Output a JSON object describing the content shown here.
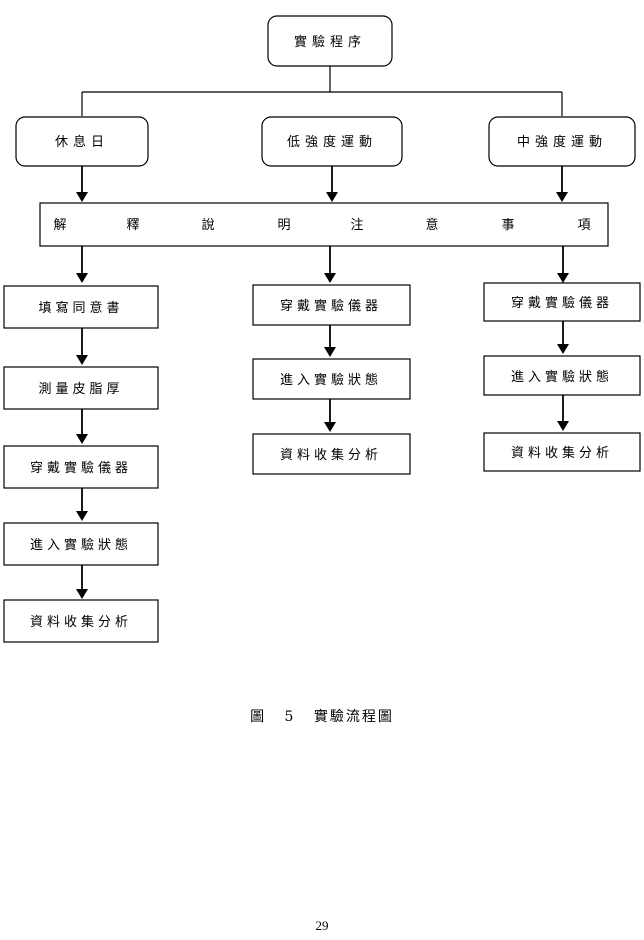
{
  "diagram": {
    "root": "實驗程序",
    "groups": [
      "休息日",
      "低強度運動",
      "中強度運動"
    ],
    "instructions": [
      "解",
      "釋",
      "說",
      "明",
      "注",
      "意",
      "事",
      "項"
    ],
    "steps": {
      "rest": [
        "填寫同意書",
        "測量皮脂厚",
        "穿戴實驗儀器",
        "進入實驗狀態",
        "資料收集分析"
      ],
      "low": [
        "穿戴實驗儀器",
        "進入實驗狀態",
        "資料收集分析"
      ],
      "mid": [
        "穿戴實驗儀器",
        "進入實驗狀態",
        "資料收集分析"
      ]
    }
  },
  "caption": {
    "prefix": "圖",
    "number": "5",
    "title": "實驗流程圖"
  },
  "page_number": "29"
}
